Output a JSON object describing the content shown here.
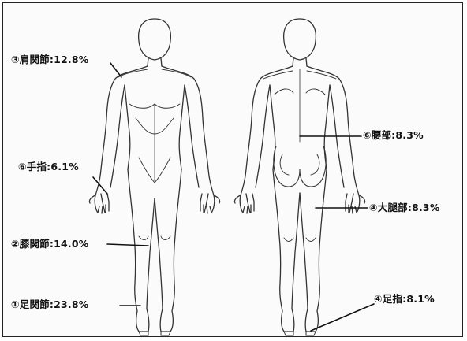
{
  "labels": {
    "shoulder": "③肩関節:12.8%",
    "finger": "⑥手指:6.1%",
    "knee": "②膝関節:14.0%",
    "ankle": "①足関節:23.8%",
    "lumbar": "⑥腰部:8.3%",
    "thigh": "④大腿部:8.3%",
    "toe": "④足指:8.1%"
  },
  "chart_data": {
    "type": "table",
    "items": [
      {
        "rank": "①",
        "region": "足関節",
        "percent": 23.8
      },
      {
        "rank": "②",
        "region": "膝関節",
        "percent": 14.0
      },
      {
        "rank": "③",
        "region": "肩関節",
        "percent": 12.8
      },
      {
        "rank": "④",
        "region": "大腿部",
        "percent": 8.3
      },
      {
        "rank": "④",
        "region": "足指",
        "percent": 8.1
      },
      {
        "rank": "⑥",
        "region": "腰部",
        "percent": 8.3
      },
      {
        "rank": "⑥",
        "region": "手指",
        "percent": 6.1
      }
    ]
  }
}
